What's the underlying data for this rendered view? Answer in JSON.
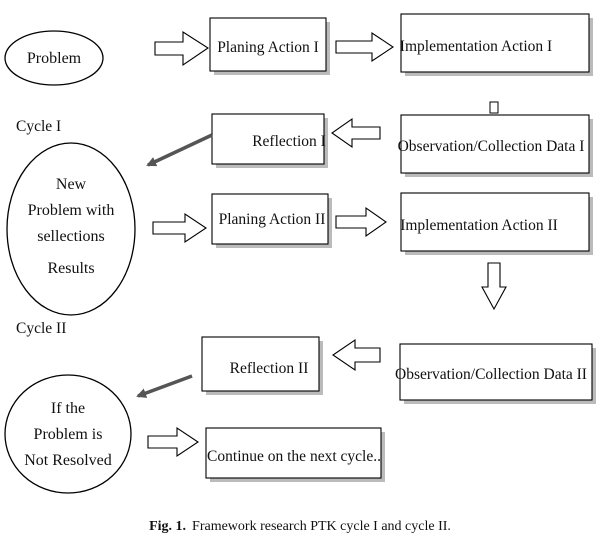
{
  "nodes": {
    "problem": "Problem",
    "planing_1": "Planing Action I",
    "impl_1": "Implementation Action I",
    "reflection_1": "Reflection I",
    "obs_1": "Observation/Collection Data I",
    "new_problem": [
      "New",
      "Problem with",
      "sellections",
      "Results"
    ],
    "planing_2": "Planing  Action II",
    "impl_2": "Implementation Action II",
    "reflection_2": "Reflection II",
    "obs_2": "Observation/Collection Data II",
    "not_resolved": [
      "If the",
      "Problem is",
      "Not Resolved"
    ],
    "continue": "Continue on the next cycle.."
  },
  "labels": {
    "cycle_1": "Cycle I",
    "cycle_2": "Cycle II"
  },
  "caption": {
    "fig": "Fig. 1.",
    "text": "Framework research PTK cycle I and cycle II."
  },
  "colors": {
    "stroke": "#000000",
    "arrow_fill": "#ffffff",
    "dark_arrow": "#555555",
    "shadow": "#bbbbbb"
  }
}
